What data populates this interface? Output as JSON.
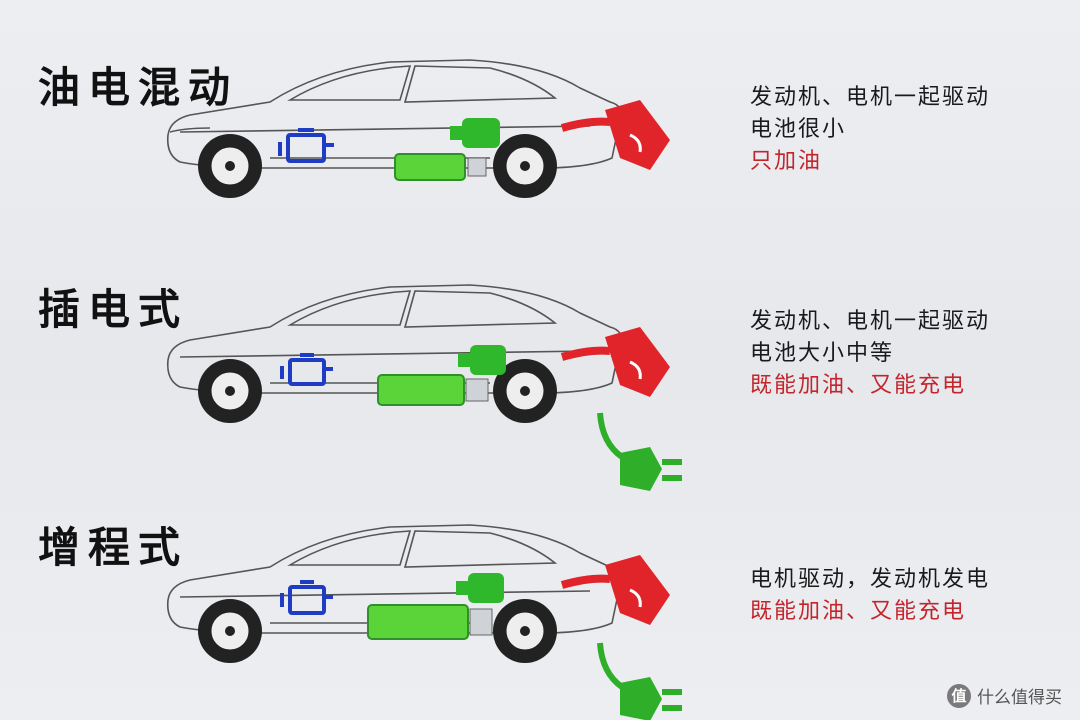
{
  "sections": [
    {
      "id": "hybrid",
      "title": "油电混动",
      "lines": [
        "发动机、电机一起驱动",
        "电池很小"
      ],
      "highlight": "只加油",
      "has_plug": false
    },
    {
      "id": "plugin",
      "title": "插电式",
      "lines": [
        "发动机、电机一起驱动",
        "电池大小中等"
      ],
      "highlight": "既能加油、又能充电",
      "has_plug": true
    },
    {
      "id": "erev",
      "title": "增程式",
      "lines": [
        "电机驱动，发动机发电"
      ],
      "highlight": "既能加油、又能充电",
      "has_plug": true
    }
  ],
  "watermark": {
    "badge": "值",
    "text": "什么值得买"
  },
  "colors": {
    "highlight_red": "#c3252c",
    "engine_blue": "#1f3cc4",
    "battery_green": "#5bd43a",
    "motor_green": "#2fb82c",
    "nozzle_red": "#e0242a",
    "plug_green": "#2fae2a"
  }
}
